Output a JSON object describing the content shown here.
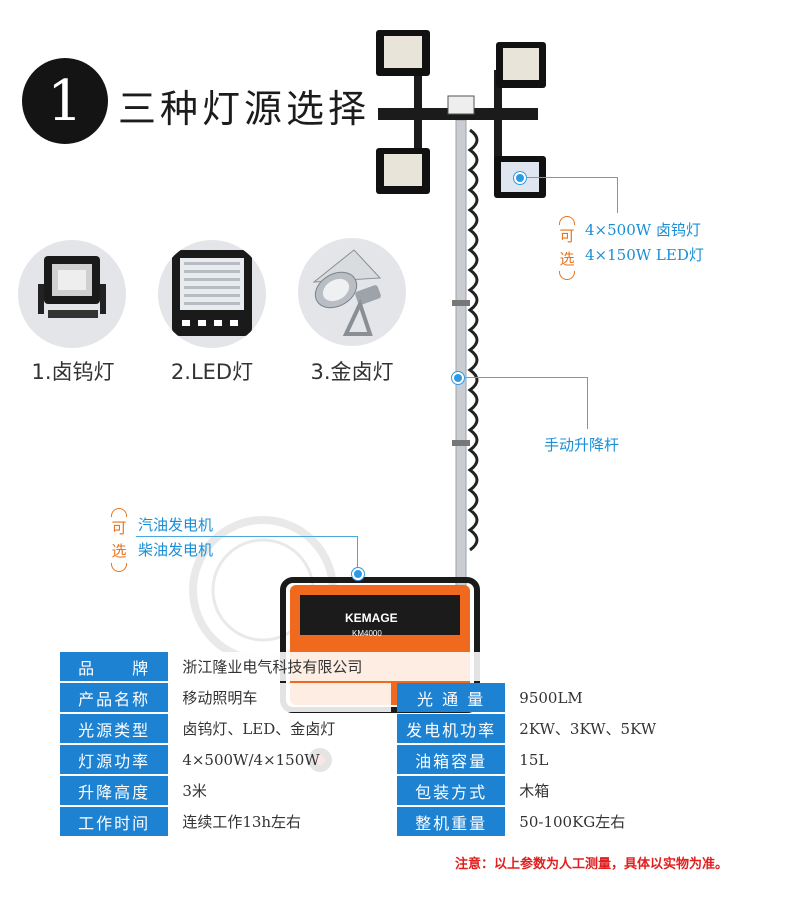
{
  "header": {
    "number": "1",
    "title": "三种灯源选择"
  },
  "lamp_options": [
    {
      "label": "1.卤钨灯",
      "icon": "halogen-lamp-icon"
    },
    {
      "label": "2.LED灯",
      "icon": "led-floodlight-icon"
    },
    {
      "label": "3.金卤灯",
      "icon": "metal-halide-lamp-icon"
    }
  ],
  "callouts": {
    "lamp_option_tag": "可选",
    "lamp_options": [
      "4×500W 卤钨灯",
      "4×150W LED灯"
    ],
    "mast": "手动升降杆",
    "generator_option_tag": "可选",
    "generator_options": [
      "汽油发电机",
      "柴油发电机"
    ]
  },
  "product_brand_text": "KEMAGE",
  "product_model_text": "KM4000",
  "specs": [
    {
      "k1": "品　　牌",
      "v1": "浙江隆业电气科技有限公司",
      "k2": "",
      "v2": ""
    },
    {
      "k1": "产品名称",
      "v1": "移动照明车",
      "k2": "光 通 量",
      "v2": "9500LM"
    },
    {
      "k1": "光源类型",
      "v1": "卤钨灯、LED、金卤灯",
      "k2": "发电机功率",
      "v2": "2KW、3KW、5KW"
    },
    {
      "k1": "灯源功率",
      "v1": "4×500W/4×150W",
      "k2": "油箱容量",
      "v2": "15L"
    },
    {
      "k1": "升降高度",
      "v1": "3米",
      "k2": "包装方式",
      "v2": "木箱"
    },
    {
      "k1": "工作时间",
      "v1": "连续工作13h左右",
      "k2": "整机重量",
      "v2": "50-100KG左右"
    }
  ],
  "note": "注意：以上参数为人工测量，具体以实物为准。",
  "colors": {
    "accent_blue": "#1e82d2",
    "callout_blue": "#1a8fd6",
    "option_orange": "#e8741f",
    "note_red": "#e02020",
    "generator_orange": "#ef6a1f"
  }
}
